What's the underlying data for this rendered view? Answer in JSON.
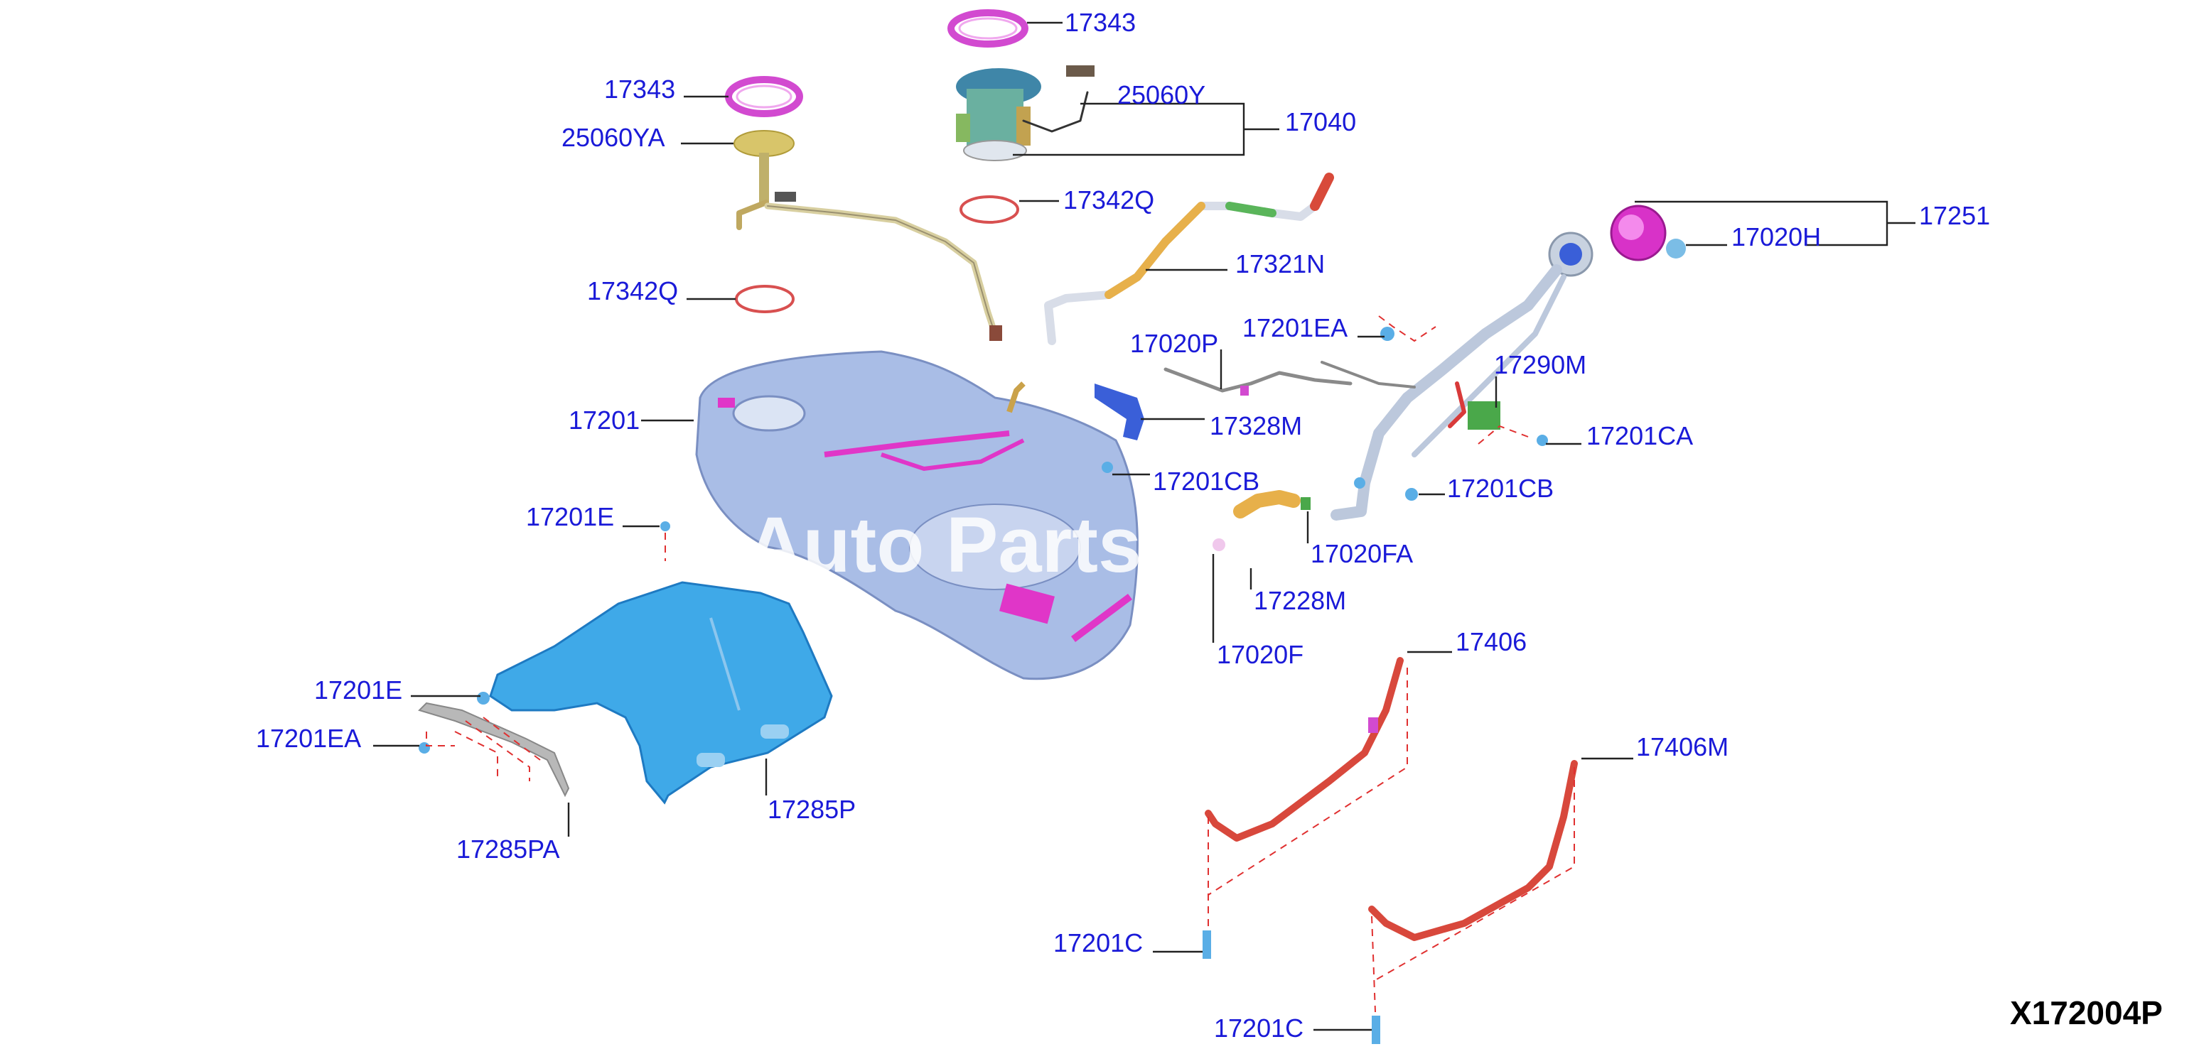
{
  "diagram": {
    "code": "X172004P",
    "watermark": "Auto Parts",
    "colors": {
      "label": "#1a1ad8",
      "tank": "#a9bde6",
      "accent": "#e036c8",
      "shield": "#3fa9e8",
      "strap": "#d8483c",
      "filler": "#bcc8dc",
      "hose": "#e7b04a"
    },
    "labels": {
      "l17343a": "17343",
      "l17343b": "17343",
      "l25060Y": "25060Y",
      "l17040": "17040",
      "l25060YA": "25060YA",
      "l17342Qa": "17342Q",
      "l17342Qb": "17342Q",
      "l17321N": "17321N",
      "l17251": "17251",
      "l17020H": "17020H",
      "l17201EAa": "17201EA",
      "l17020P": "17020P",
      "l17290M": "17290M",
      "l17201": "17201",
      "l17328M": "17328M",
      "l17201CA": "17201CA",
      "l17201CBa": "17201CB",
      "l17201CBb": "17201CB",
      "l17201Ea": "17201E",
      "l17020FA": "17020FA",
      "l17228M": "17228M",
      "l17020F": "17020F",
      "l17406": "17406",
      "l17201Eb": "17201E",
      "l17201EAb": "17201EA",
      "l17406M": "17406M",
      "l17285P": "17285P",
      "l17285PA": "17285PA",
      "l17201Ca": "17201C",
      "l17201Cb": "17201C"
    }
  }
}
